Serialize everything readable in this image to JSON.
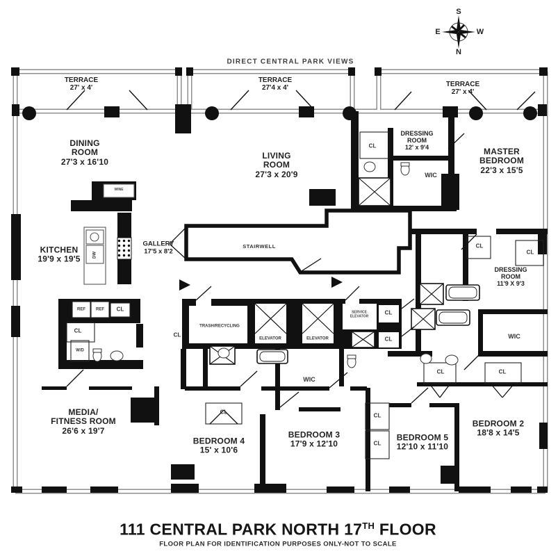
{
  "banner": "DIRECT CENTRAL PARK VIEWS",
  "compass": {
    "top": "S",
    "bottom": "N",
    "left": "E",
    "right": "W"
  },
  "footer": {
    "title_main": "111 CENTRAL PARK NORTH 17",
    "title_sup": "TH",
    "title_tail": " FLOOR",
    "disclaimer": "FLOOR PLAN FOR IDENTIFICATION PURPOSES ONLY-NOT TO SCALE"
  },
  "rooms": {
    "terrace_left": {
      "lines": [
        "TERRACE"
      ],
      "dims": "27' x 4'"
    },
    "terrace_middle": {
      "lines": [
        "TERRACE"
      ],
      "dims": "27'4 x 4'"
    },
    "terrace_right": {
      "lines": [
        "TERRACE"
      ],
      "dims": "27' x 4'"
    },
    "dining_room": {
      "lines": [
        "DINING",
        "ROOM"
      ],
      "dims": "27'3 x 16'10"
    },
    "living_room": {
      "lines": [
        "LIVING",
        "ROOM"
      ],
      "dims": "27'3 x 20'9"
    },
    "dressing_room_master": {
      "lines": [
        "DRESSING",
        "ROOM"
      ],
      "dims": "12' x 9'4"
    },
    "master_bedroom": {
      "lines": [
        "MASTER",
        "BEDROOM"
      ],
      "dims": "22'3 x 15'5"
    },
    "kitchen": {
      "lines": [
        "KITCHEN"
      ],
      "dims": "19'9 x 19'5"
    },
    "gallery": {
      "lines": [
        "GALLERY"
      ],
      "dims": "17'5 x 8'2"
    },
    "stairwell": {
      "lines": [
        "STAIRWELL"
      ]
    },
    "dressing_room_2": {
      "lines": [
        "DRESSING",
        "ROOM"
      ],
      "dims": "11'9 X 9'3"
    },
    "media_fitness": {
      "lines": [
        "MEDIA/",
        "FITNESS ROOM"
      ],
      "dims": "26'6 x 19'7"
    },
    "bedroom_4": {
      "lines": [
        "BEDROOM 4"
      ],
      "dims": "15' x 10'6"
    },
    "bedroom_3": {
      "lines": [
        "BEDROOM 3"
      ],
      "dims": "17'9 x 12'10"
    },
    "bedroom_5": {
      "lines": [
        "BEDROOM 5"
      ],
      "dims": "12'10 x 11'10"
    },
    "bedroom_2": {
      "lines": [
        "BEDROOM 2"
      ],
      "dims": "18'8 x 14'5"
    }
  },
  "tags": {
    "cl": "CL",
    "wic": "WIC",
    "ref": "REF",
    "wd": "W/D",
    "dw": "DW",
    "wine": "WINE",
    "trash": "TRASH/RECYCLING",
    "elevator": "ELEVATOR",
    "service_elevator": "SERVICE ELEVATOR",
    "stairwell": "STAIRWELL"
  },
  "colors": {
    "wall": "#111111",
    "window_wall": "#8f8f8f",
    "label": "#222222",
    "paper": "#ffffff"
  }
}
